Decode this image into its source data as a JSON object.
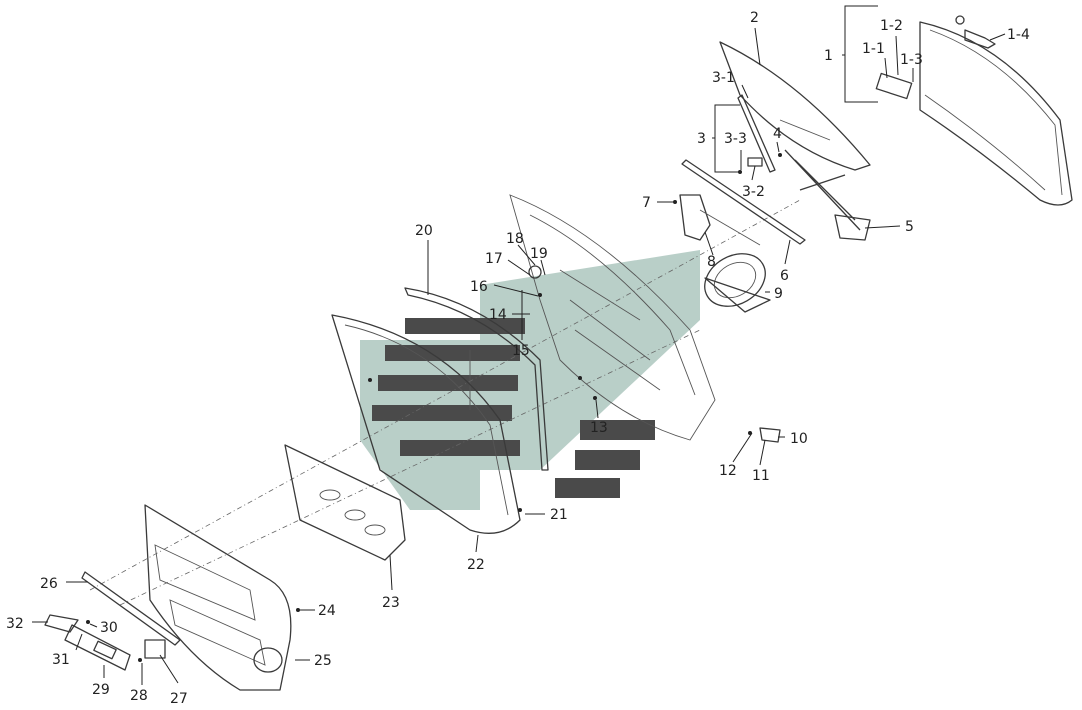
{
  "callouts": [
    {
      "id": "c1",
      "text": "1"
    },
    {
      "id": "c1-1",
      "text": "1-1"
    },
    {
      "id": "c1-2",
      "text": "1-2"
    },
    {
      "id": "c1-3",
      "text": "1-3"
    },
    {
      "id": "c1-4",
      "text": "1-4"
    },
    {
      "id": "c2",
      "text": "2"
    },
    {
      "id": "c3",
      "text": "3"
    },
    {
      "id": "c3-1",
      "text": "3-1"
    },
    {
      "id": "c3-2",
      "text": "3-2"
    },
    {
      "id": "c3-3",
      "text": "3-3"
    },
    {
      "id": "c4",
      "text": "4"
    },
    {
      "id": "c5",
      "text": "5"
    },
    {
      "id": "c6",
      "text": "6"
    },
    {
      "id": "c7",
      "text": "7"
    },
    {
      "id": "c8",
      "text": "8"
    },
    {
      "id": "c9",
      "text": "9"
    },
    {
      "id": "c10",
      "text": "10"
    },
    {
      "id": "c11",
      "text": "11"
    },
    {
      "id": "c12",
      "text": "12"
    },
    {
      "id": "c13",
      "text": "13"
    },
    {
      "id": "c14",
      "text": "14"
    },
    {
      "id": "c15",
      "text": "15"
    },
    {
      "id": "c16",
      "text": "16"
    },
    {
      "id": "c17",
      "text": "17"
    },
    {
      "id": "c18",
      "text": "18"
    },
    {
      "id": "c19",
      "text": "19"
    },
    {
      "id": "c20",
      "text": "20"
    },
    {
      "id": "c21",
      "text": "21"
    },
    {
      "id": "c22",
      "text": "22"
    },
    {
      "id": "c23",
      "text": "23"
    },
    {
      "id": "c24",
      "text": "24"
    },
    {
      "id": "c25",
      "text": "25"
    },
    {
      "id": "c26",
      "text": "26"
    },
    {
      "id": "c27",
      "text": "27"
    },
    {
      "id": "c28",
      "text": "28"
    },
    {
      "id": "c29",
      "text": "29"
    },
    {
      "id": "c30",
      "text": "30"
    },
    {
      "id": "c31",
      "text": "31"
    },
    {
      "id": "c32",
      "text": "32"
    }
  ],
  "colors": {
    "line": "#3a3a3a",
    "watermark_dark": "#4a4a4a",
    "watermark_light": "#7fa89b"
  }
}
